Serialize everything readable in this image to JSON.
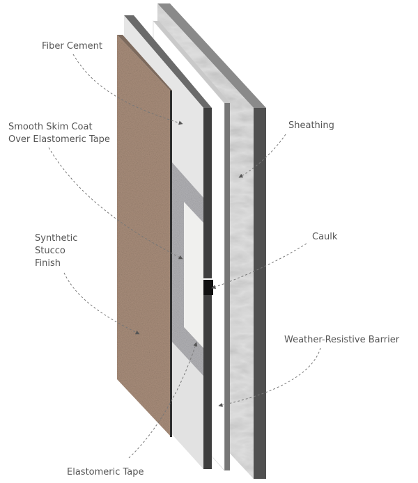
{
  "labels": {
    "fiber_cement": "Fiber Cement",
    "skim_coat": [
      "Smooth Skim Coat",
      "Over Elastomeric Tape"
    ],
    "synthetic_stucco": [
      "Synthetic",
      "Stucco",
      "Finish"
    ],
    "elastomeric_tape": "Elastomeric Tape",
    "sheathing": "Sheathing",
    "caulk": "Caulk",
    "weather_barrier": "Weather-Resistive Barrier"
  },
  "colors": {
    "stucco": "#a98e7b",
    "board_face": "#e7e7e7",
    "board_edge": "#4a4a4a",
    "sheathing": "#dcdcdc",
    "leader": "#777777"
  }
}
